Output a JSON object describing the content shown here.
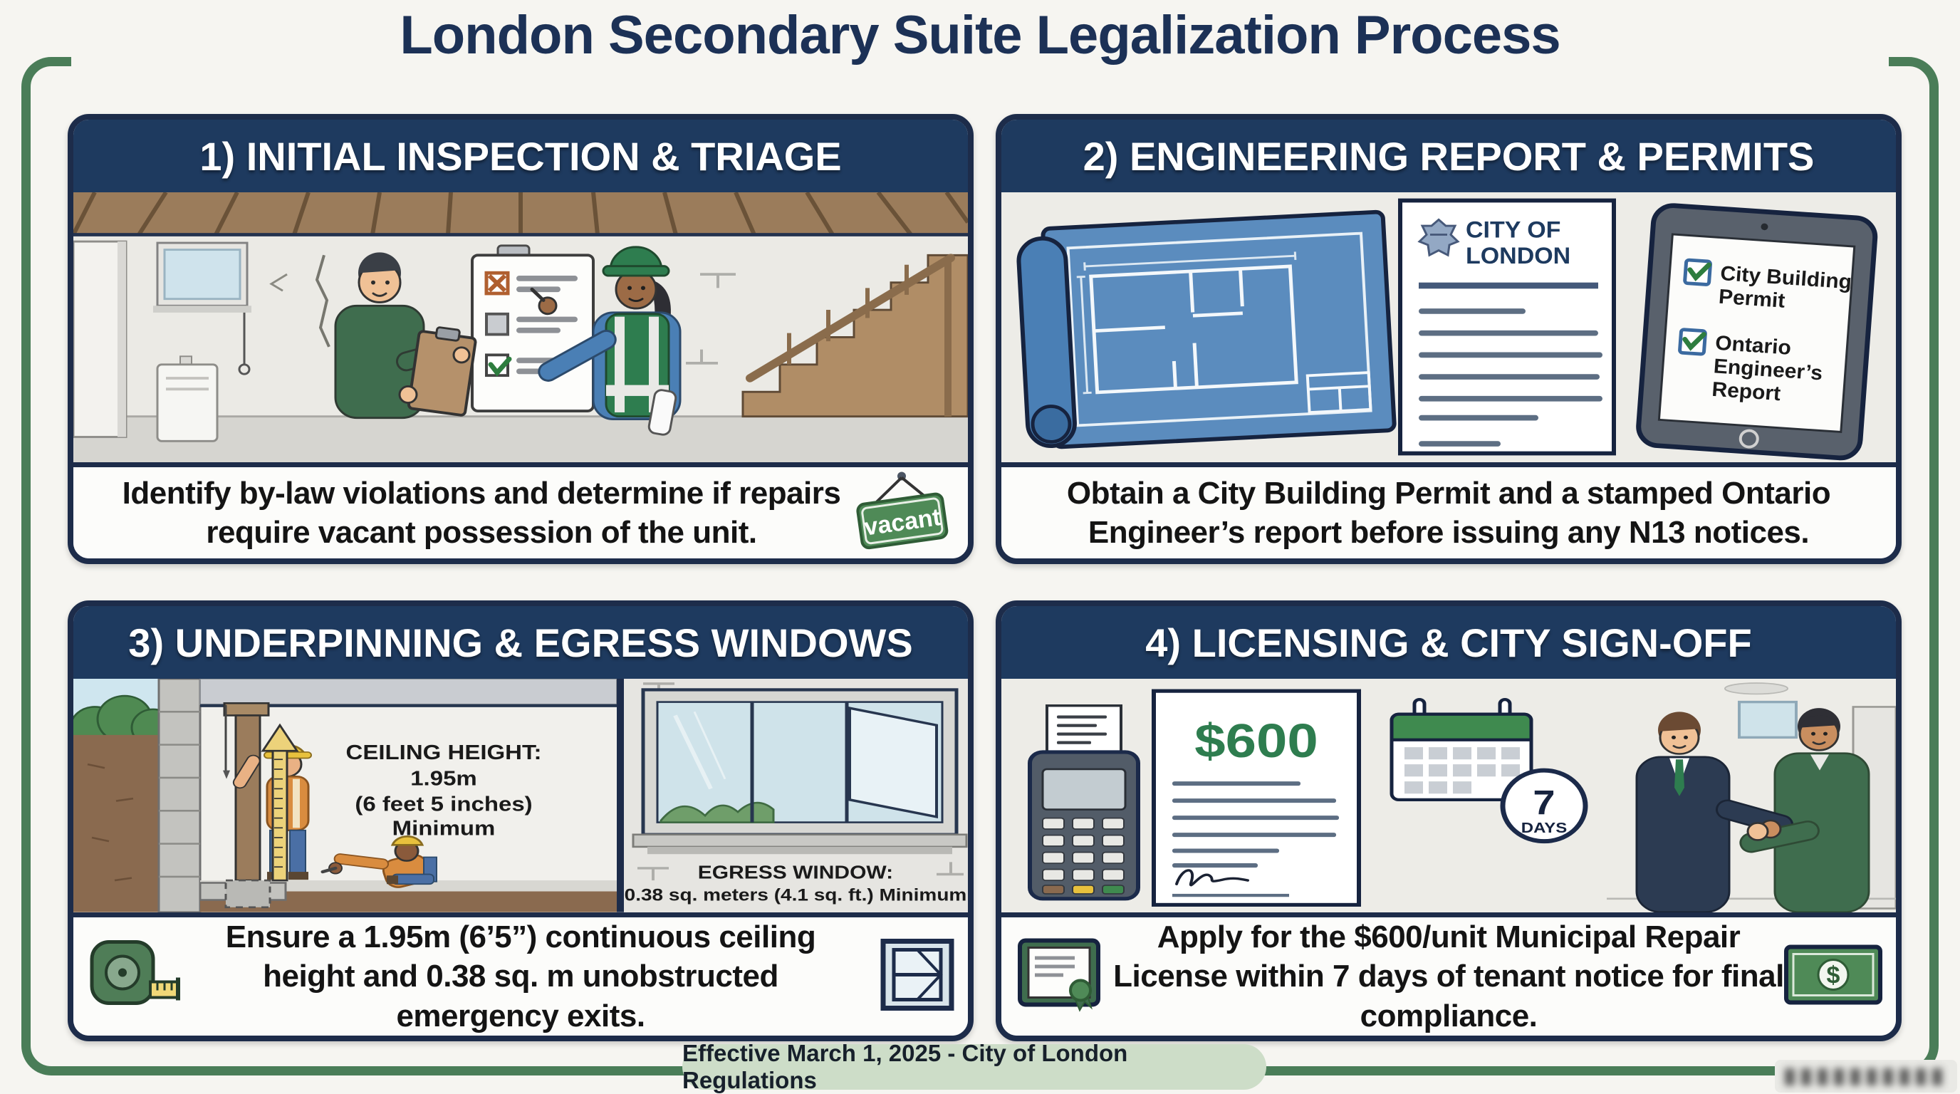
{
  "title": "London Secondary Suite Legalization Process",
  "footer": {
    "text": "Effective March 1, 2025 - City of London Regulations"
  },
  "colors": {
    "navy_header": "#1e3a5f",
    "panel_border_navy": "#1d2c4a",
    "frame_green": "#4a7d58",
    "safety_green": "#2e7d4f",
    "blueprint_blue": "#4a7fb5",
    "money_green": "#2e7d4f",
    "footer_pill_green": "#cdddc8"
  },
  "panels": [
    {
      "header": "1) INITIAL INSPECTION & TRIAGE",
      "caption": "Identify by-law violations and determine if repairs require vacant possession of the unit.",
      "sign_label": "vacant"
    },
    {
      "header": "2) ENGINEERING REPORT & PERMITS",
      "caption": "Obtain a City Building Permit and a stamped Ontario Engineer’s report before issuing any N13 notices.",
      "document_title_lines": [
        "CITY OF",
        "LONDON"
      ],
      "tablet_checklist": [
        {
          "lines": [
            "City Building",
            "Permit"
          ]
        },
        {
          "lines": [
            "Ontario",
            "Engineer’s",
            "Report"
          ]
        }
      ]
    },
    {
      "header": "3) UNDERPINNING & EGRESS WINDOWS",
      "caption": "Ensure a 1.95m (6’5”) continuous ceiling height and 0.38 sq. m unobstructed emergency exits.",
      "ceiling_label_lines": [
        "CEILING HEIGHT:",
        "1.95m",
        "(6 feet 5 inches)",
        "Minimum"
      ],
      "egress_label_lines": [
        "EGRESS WINDOW:",
        "0.38 sq. meters (4.1 sq. ft.) Minimum"
      ]
    },
    {
      "header": "4) LICENSING & CITY SIGN-OFF",
      "caption": "Apply for the $600/unit Municipal Repair License within 7 days of tenant notice for final compliance.",
      "fee": "$600",
      "days_badge": {
        "number": "7",
        "unit": "DAYS"
      },
      "money_icon_symbol": "$"
    }
  ]
}
